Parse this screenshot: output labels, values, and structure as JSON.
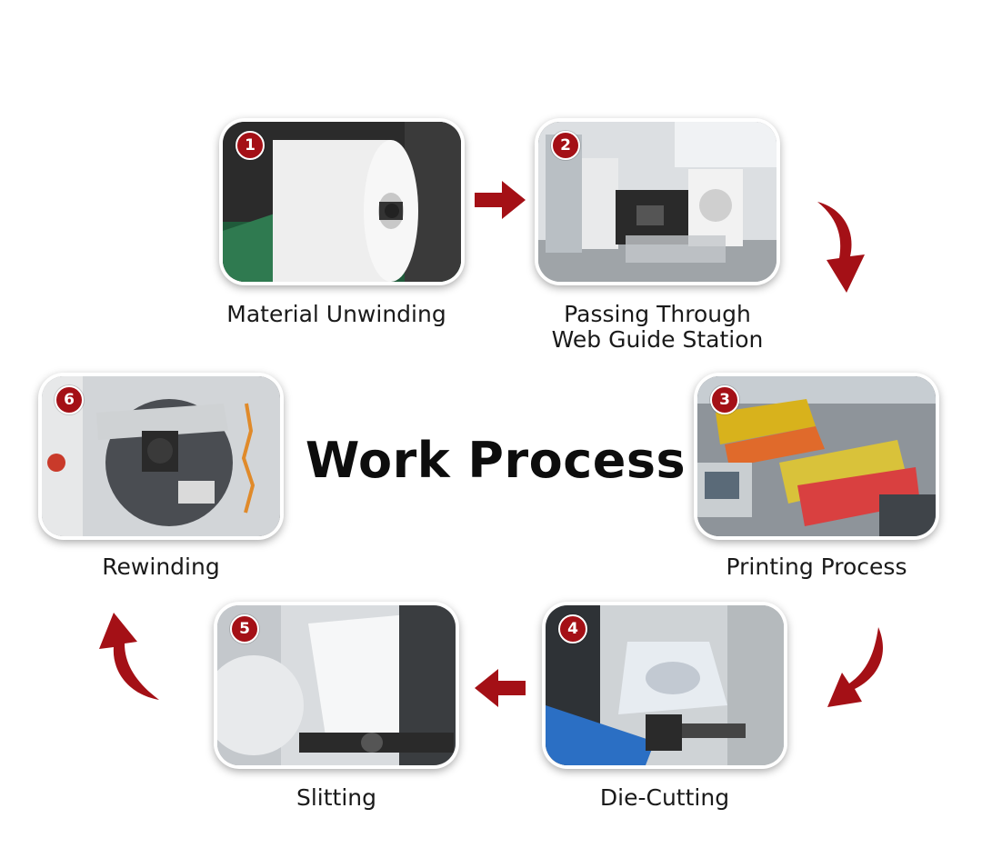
{
  "title": "Work Process",
  "accent_color": "#a41016",
  "steps": [
    {
      "number": "1",
      "label": "Material Unwinding"
    },
    {
      "number": "2",
      "label_line1": "Passing Through",
      "label_line2": "Web Guide Station"
    },
    {
      "number": "3",
      "label": "Printing Process"
    },
    {
      "number": "4",
      "label": "Die-Cutting"
    },
    {
      "number": "5",
      "label": "Slitting"
    },
    {
      "number": "6",
      "label": "Rewinding"
    }
  ],
  "icons": [
    "arrow-right-icon",
    "arrow-curved-down-icon",
    "arrow-down-left-icon",
    "arrow-left-icon",
    "arrow-curved-up-icon"
  ]
}
